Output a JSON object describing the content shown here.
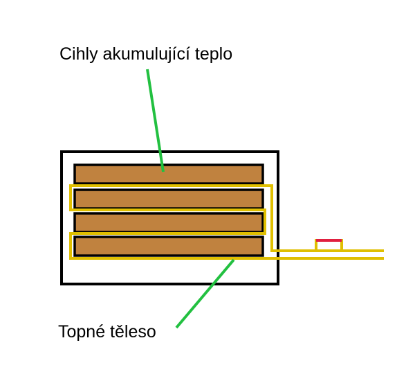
{
  "labels": {
    "bricks": "Cihly akumulující teplo",
    "heating_element": "Topné těleso"
  },
  "colors": {
    "background": "#ffffff",
    "outline": "#000000",
    "brick_fill": "#c0823f",
    "heating_wire": "#e0bf00",
    "pointer_line": "#22c040",
    "switch": "#e02040"
  },
  "components": {
    "brick_count": 4
  }
}
